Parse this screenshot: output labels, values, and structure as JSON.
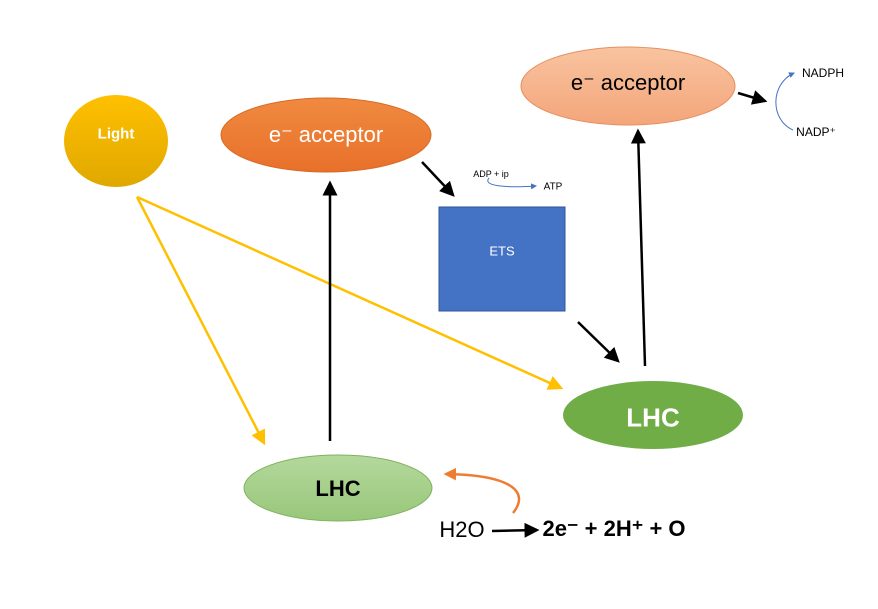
{
  "nodes": {
    "light": "Light",
    "acceptor_1": "e⁻ acceptor",
    "acceptor_2": "e⁻ acceptor",
    "ets": "ETS",
    "lhc_1": "LHC",
    "lhc_2": "LHC"
  },
  "labels": {
    "adp_ip": "ADP + ip",
    "atp": "ATP",
    "nadph": "NADPH",
    "nadp": "NADP⁺",
    "h2o": "H2O",
    "products": "2e⁻ + 2H⁺ + O"
  },
  "colors": {
    "light_fill_top": "#FFC000",
    "light_fill_bottom": "#E0A800",
    "acceptor_1_fill": "#ED7D31",
    "acceptor_2_fill": "#F4B183",
    "ets_fill": "#4472C4",
    "lhc_1_fill": "#A9D18E",
    "lhc_2_fill": "#70AD47",
    "light_arrow": "#FFC000",
    "water_arrow": "#ED7D31",
    "cofactor_arrow": "#4472C4"
  }
}
